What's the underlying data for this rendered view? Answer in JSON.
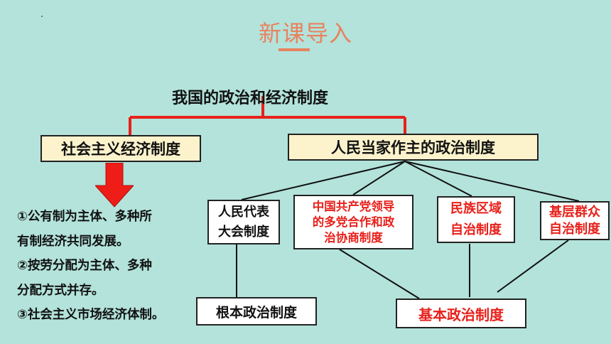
{
  "title": "新课导入",
  "root": "我国的政治和经济制度",
  "economic": {
    "label": "社会主义经济制度",
    "points": [
      "①公有制为主体、多种所",
      "有制经济共同发展。",
      "②按劳分配为主体、多种",
      "分配方式并存。",
      "③社会主义市场经济体制。"
    ]
  },
  "political": {
    "label": "人民当家作主的政治制度",
    "children": [
      {
        "lines": [
          "人民代表",
          "大会制度"
        ]
      },
      {
        "lines": [
          "中国共产党领导",
          "的多党合作和政",
          "治协商制度"
        ]
      },
      {
        "lines": [
          "民族区域",
          "自治制度"
        ]
      },
      {
        "lines": [
          "基层群众",
          "自治制度"
        ]
      }
    ],
    "fundamental": "根本政治制度",
    "basic": "基本政治制度"
  },
  "colors": {
    "background": "#b3e3db",
    "title": "#e8825e",
    "accent_red": "#e8201a",
    "box_fill_yellow": "#fcf3cc"
  }
}
